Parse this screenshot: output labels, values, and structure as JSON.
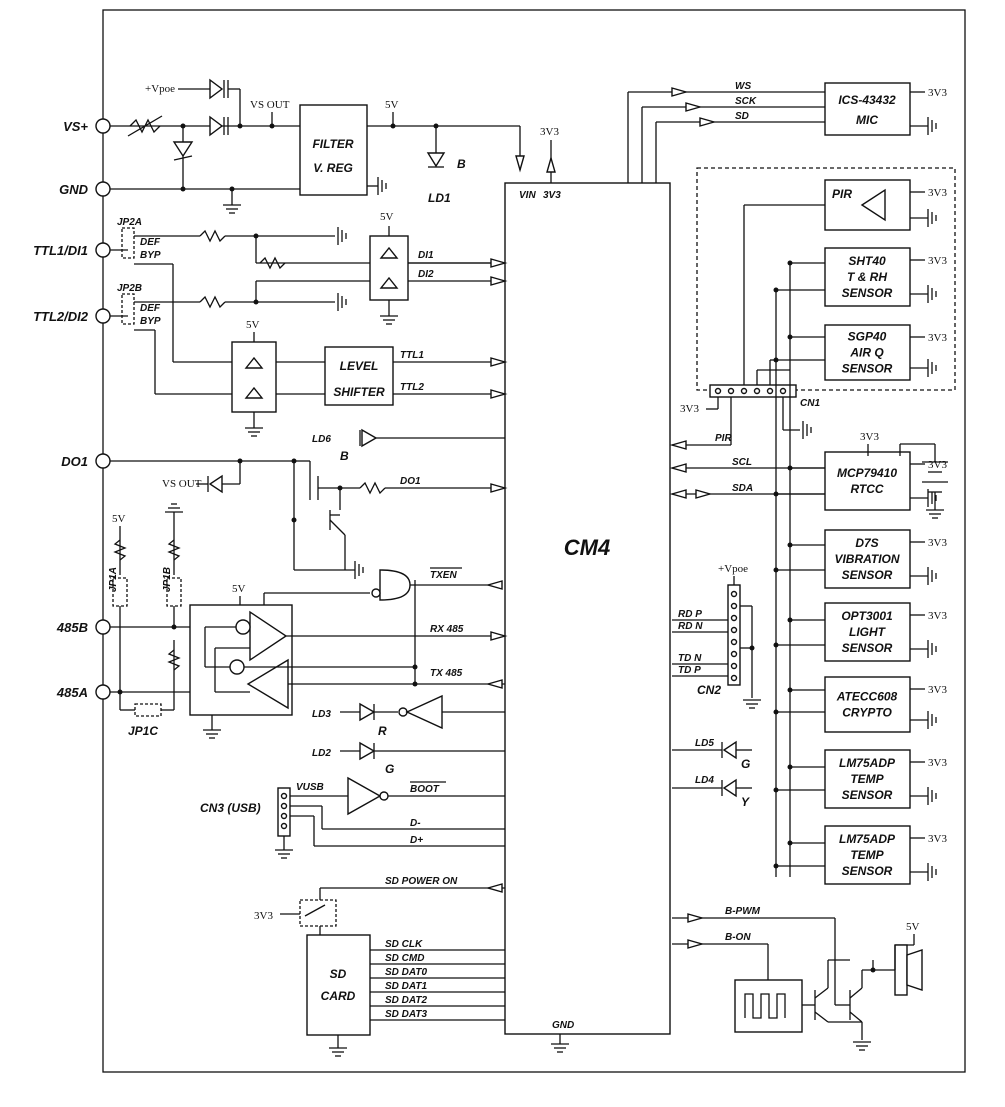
{
  "terminals": {
    "vs_plus": "VS+",
    "gnd": "GND",
    "ttl1": "TTL1/DI1",
    "ttl2": "TTL2/DI2",
    "do1": "DO1",
    "b485": "485B",
    "a485": "485A"
  },
  "power": {
    "vpoe": "+Vpoe",
    "vs_out": "VS OUT",
    "v5": "5V",
    "v3v3": "3V3"
  },
  "filter": {
    "line1": "FILTER",
    "line2": "V. REG"
  },
  "cm4": {
    "title": "CM4",
    "vin": "VIN",
    "v3v3": "3V3",
    "gnd": "GND"
  },
  "jumpers": {
    "jp2a": "JP2A",
    "jp2b": "JP2B",
    "def": "DEF",
    "byp": "BYP",
    "jp1a": "JP1A",
    "jp1b": "JP1B",
    "jp1c": "JP1C"
  },
  "level_shifter": {
    "line1": "LEVEL",
    "line2": "SHIFTER"
  },
  "signals": {
    "di1": "DI1",
    "di2": "DI2",
    "ttl1": "TTL1",
    "ttl2": "TTL2",
    "do1": "DO1",
    "txen": "TXEN",
    "rx485": "RX 485",
    "tx485": "TX 485",
    "boot": "BOOT",
    "vusb": "VUSB",
    "dm": "D-",
    "dp": "D+",
    "sd_power": "SD POWER ON",
    "sd_clk": "SD CLK",
    "sd_cmd": "SD CMD",
    "sd_dat0": "SD DAT0",
    "sd_dat1": "SD DAT1",
    "sd_dat2": "SD DAT2",
    "sd_dat3": "SD DAT3",
    "ws": "WS",
    "sck": "SCK",
    "sd": "SD",
    "pir": "PIR",
    "scl": "SCL",
    "sda": "SDA",
    "rdp": "RD P",
    "rdn": "RD N",
    "tdn": "TD N",
    "tdp": "TD P",
    "bpwm": "B-PWM",
    "bon": "B-ON"
  },
  "leds": {
    "ld1": "LD1",
    "ld1c": "B",
    "ld2": "LD2",
    "ld2c": "G",
    "ld3": "LD3",
    "ld3c": "R",
    "ld4": "LD4",
    "ld4c": "Y",
    "ld5": "LD5",
    "ld5c": "G",
    "ld6": "LD6",
    "ld6c": "B"
  },
  "connectors": {
    "cn1": "CN1",
    "cn2": "CN2",
    "cn3": "CN3 (USB)"
  },
  "sd_card": {
    "line1": "SD",
    "line2": "CARD"
  },
  "mic": {
    "line1": "ICS-43432",
    "line2": "MIC"
  },
  "sensors": [
    {
      "lines": [
        "PIR"
      ]
    },
    {
      "lines": [
        "SHT40",
        "T & RH",
        "SENSOR"
      ]
    },
    {
      "lines": [
        "SGP40",
        "AIR Q",
        "SENSOR"
      ]
    },
    {
      "lines": [
        "MCP79410",
        "RTCC"
      ]
    },
    {
      "lines": [
        "D7S",
        "VIBRATION",
        "SENSOR"
      ]
    },
    {
      "lines": [
        "OPT3001",
        "LIGHT",
        "SENSOR"
      ]
    },
    {
      "lines": [
        "ATECC608",
        "CRYPTO"
      ]
    },
    {
      "lines": [
        "LM75ADP",
        "TEMP",
        "SENSOR"
      ]
    },
    {
      "lines": [
        "LM75ADP",
        "TEMP",
        "SENSOR"
      ]
    }
  ]
}
